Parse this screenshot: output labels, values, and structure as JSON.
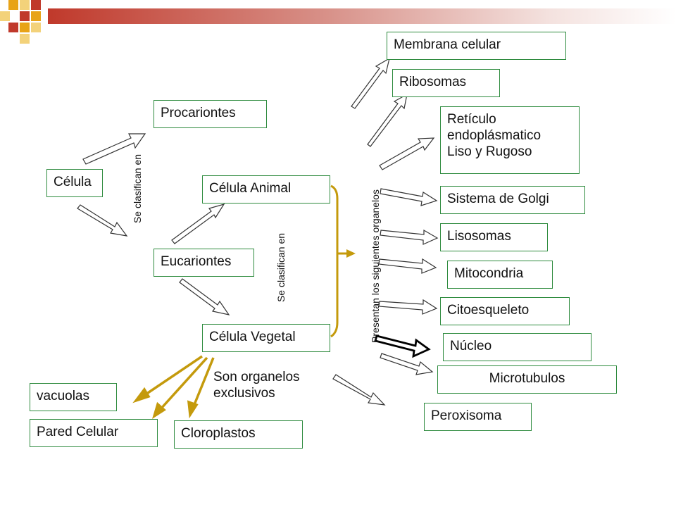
{
  "nodes": {
    "celula": "Célula",
    "procariontes": "Procariontes",
    "eucariontes": "Eucariontes",
    "celula_animal": "Célula Animal",
    "celula_vegetal": "Célula Vegetal",
    "membrana": "Membrana celular",
    "ribosomas": "Ribosomas",
    "reticulo_1": "Retículo",
    "reticulo_2": "endoplásmatico",
    "reticulo_3": "Liso y Rugoso",
    "golgi": "Sistema de Golgi",
    "lisosomas": "Lisosomas",
    "mitocondria": "Mitocondria",
    "citoesqueleto": "Citoesqueleto",
    "nucleo": "Núcleo",
    "microtubulos": "Microtubulos",
    "peroxisoma": "Peroxisoma",
    "vacuolas": "vacuolas",
    "pared": "Pared Celular",
    "cloroplastos": "Cloroplastos"
  },
  "labels": {
    "se_clasifican_1": "Se clasifican en",
    "se_clasifican_2": "Se clasifican en",
    "presentan": "Presentan los siguientes organelos",
    "exclusivos_1": "Son organelos",
    "exclusivos_2": "exclusivos"
  },
  "colors": {
    "box_border": "#2e8b3e",
    "gold_arrow": "#c49a0c",
    "header_red": "#c0392b",
    "header_orange": "#e8a317"
  }
}
